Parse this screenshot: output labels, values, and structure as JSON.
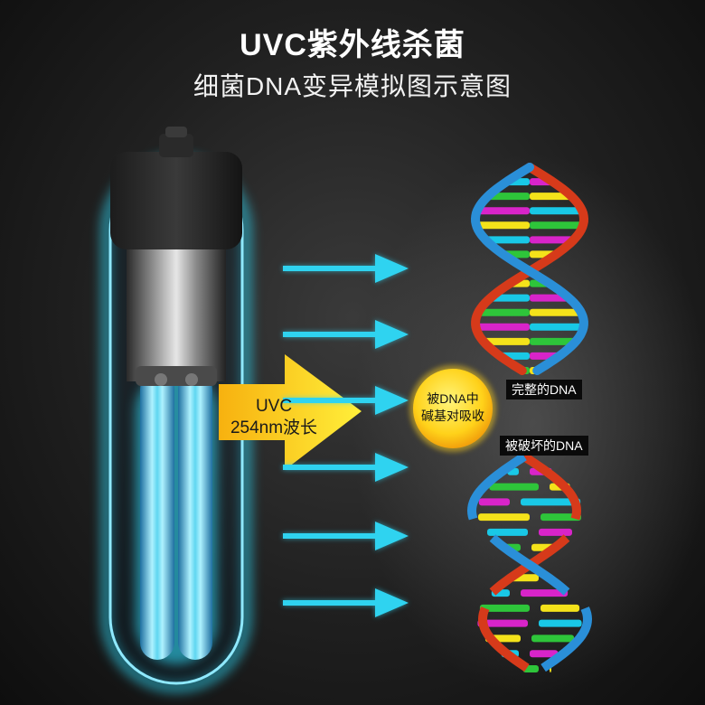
{
  "header": {
    "title": "UVC紫外线杀菌",
    "subtitle": "细菌DNA变异模拟图示意图"
  },
  "uv_arrow": {
    "line1": "UVC",
    "line2": "254nm波长"
  },
  "absorb_circle": {
    "line1": "被DNA中",
    "line2": "碱基对吸收"
  },
  "labels": {
    "intact_dna": "完整的DNA",
    "damaged_dna": "被破坏的DNA"
  },
  "colors": {
    "uv_glow": "#2fd3f0",
    "arrow_gradient_start": "#f7b10f",
    "arrow_gradient_end": "#ffef3a",
    "dna_strand_red": "#d63a1a",
    "dna_strand_blue": "#2a8fd8",
    "base_yellow": "#f4e21a",
    "base_green": "#2ec53a",
    "base_magenta": "#d824c9",
    "base_cyan": "#19c8e6"
  },
  "icons": [
    "uv-lamp-icon",
    "uv-ray-arrow-icon",
    "dna-helix-icon"
  ]
}
